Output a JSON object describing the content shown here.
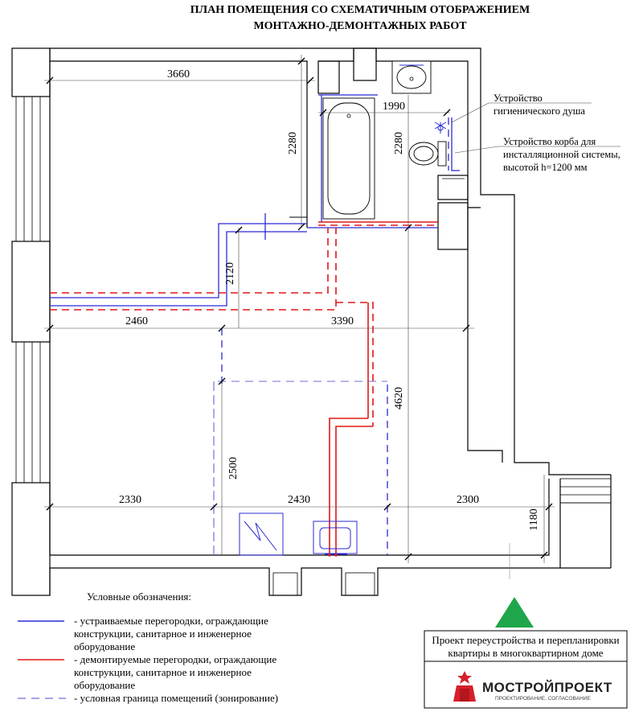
{
  "title": {
    "line1": "ПЛАН ПОМЕЩЕНИЯ СО СХЕМАТИЧНЫМ ОТОБРАЖЕНИЕМ",
    "line2": "МОНТАЖНО-ДЕМОНТАЖНЫХ РАБОТ"
  },
  "dimensions": {
    "d3660": "3660",
    "d1990": "1990",
    "d2280_left": "2280",
    "d2280_right": "2280",
    "d2120": "2120",
    "d2460": "2460",
    "d3390": "3390",
    "d4620": "4620",
    "d2500": "2500",
    "d2330": "2330",
    "d2430": "2430",
    "d2300": "2300",
    "d1180": "1180"
  },
  "annotations": {
    "shower_line1": "Устройство",
    "shower_line2": "гигиенического душа",
    "frame_line1": "Устройство корба для",
    "frame_line2": "инсталляционной системы,",
    "frame_line3": "высотой h=1200 мм"
  },
  "legend": {
    "heading": "Условные обозначения:",
    "blue_line1": "- устраиваемые перегородки, ограждающие",
    "blue_line2": "конструкции, санитарное и инженерное",
    "blue_line3": "оборудование",
    "red_line1": "- демонтируемые перегородки, ограждающие",
    "red_line2": "конструкции, санитарное и инженерное",
    "red_line3": "оборудование",
    "zone_line1": "- условная граница помещений (зонирование)"
  },
  "stamp": {
    "line1": "Проект переустройства и перепланировки",
    "line2": "квартиры в многоквартирном доме"
  },
  "brand": {
    "name": "МОСТРОЙПРОЕКТ",
    "tagline": "ПРОЕКТИРОВАНИЕ, СОГЛАСОВАНИЕ"
  },
  "colors": {
    "new_work": "#2b2bd6",
    "demolition": "#e01818",
    "zoning": "#6e6ed8",
    "north_marker": "#1fa64a",
    "brand_accent": "#d6202a"
  },
  "icons": {
    "north_marker": "green-triangle-icon",
    "brand_logo": "red-building-icon"
  }
}
